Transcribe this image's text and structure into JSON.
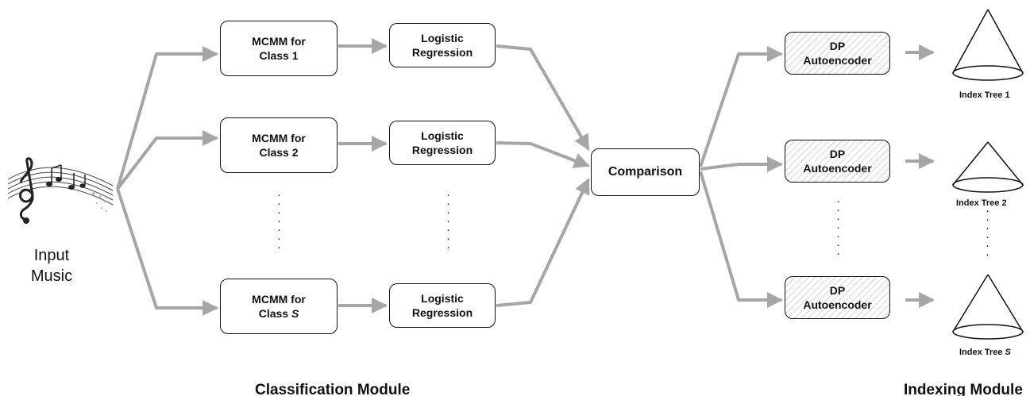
{
  "input": {
    "label_line1": "Input",
    "label_line2": "Music",
    "icon": "music-notes-icon"
  },
  "classifiers": [
    {
      "line1": "MCMM for",
      "line2_prefix": "Class ",
      "class_id": "1",
      "class_italic": false
    },
    {
      "line1": "MCMM for",
      "line2_prefix": "Class ",
      "class_id": "2",
      "class_italic": false
    },
    {
      "line1": "MCMM for",
      "line2_prefix": "Class ",
      "class_id": "S",
      "class_italic": true
    }
  ],
  "regressors": [
    {
      "line1": "Logistic",
      "line2": "Regression"
    },
    {
      "line1": "Logistic",
      "line2": "Regression"
    },
    {
      "line1": "Logistic",
      "line2": "Regression"
    }
  ],
  "comparison": {
    "label": "Comparison"
  },
  "autoencoders": [
    {
      "line1": "DP",
      "line2": "Autoencoder"
    },
    {
      "line1": "DP",
      "line2": "Autoencoder"
    },
    {
      "line1": "DP",
      "line2": "Autoencoder"
    }
  ],
  "index_trees": [
    {
      "prefix": "Index Tree ",
      "id": "1",
      "italic": false
    },
    {
      "prefix": "Index Tree ",
      "id": "2",
      "italic": false
    },
    {
      "prefix": "Index Tree ",
      "id": "S",
      "italic": true
    }
  ],
  "modules": {
    "classification": "Classification Module",
    "indexing": "Indexing Module"
  },
  "colors": {
    "arrow": "#a6a6a6",
    "box_border": "#111111",
    "hatch": "#d9d9d9"
  }
}
